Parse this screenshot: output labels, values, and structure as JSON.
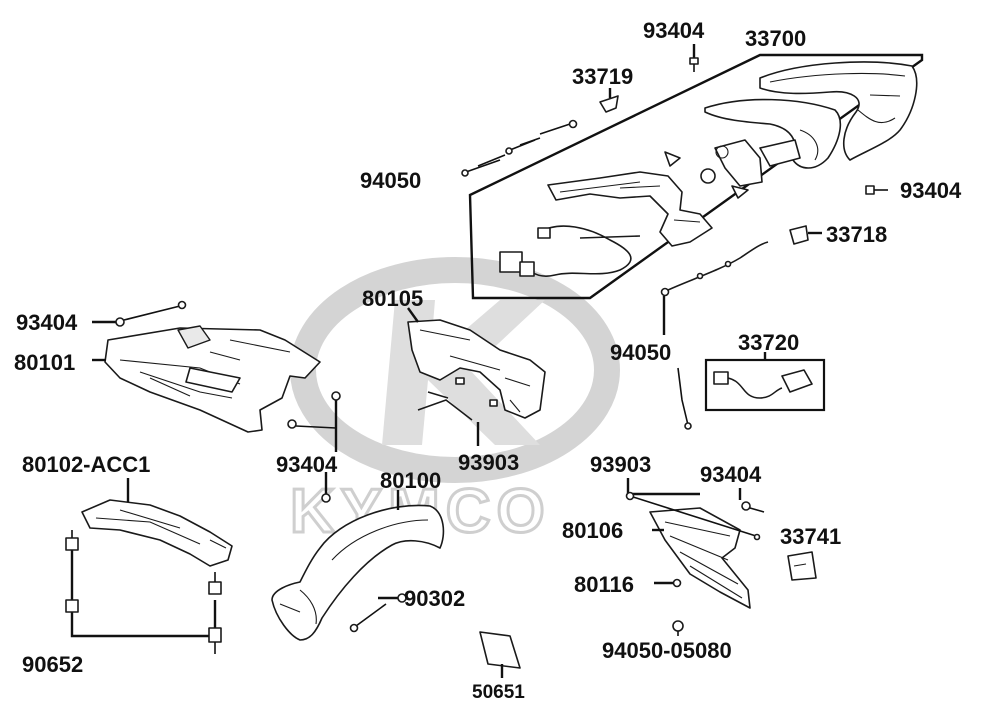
{
  "watermark": {
    "brand": "KYMCO"
  },
  "labels": {
    "p93404_top": "93404",
    "p33700": "33700",
    "p33719": "33719",
    "p94050_left": "94050",
    "p93404_right": "93404",
    "p33718": "33718",
    "p93404_left": "93404",
    "p80105": "80105",
    "p80101": "80101",
    "p94050_mid": "94050",
    "p33720": "33720",
    "p80102": "80102-ACC1",
    "p93404_mid": "93404",
    "p93903_mid": "93903",
    "p80100": "80100",
    "p93903_right": "93903",
    "p93404_br": "93404",
    "p80106": "80106",
    "p33741": "33741",
    "p80116": "80116",
    "p90302": "90302",
    "p94050_05080": "94050-05080",
    "p90652": "90652",
    "p50651": "50651"
  }
}
